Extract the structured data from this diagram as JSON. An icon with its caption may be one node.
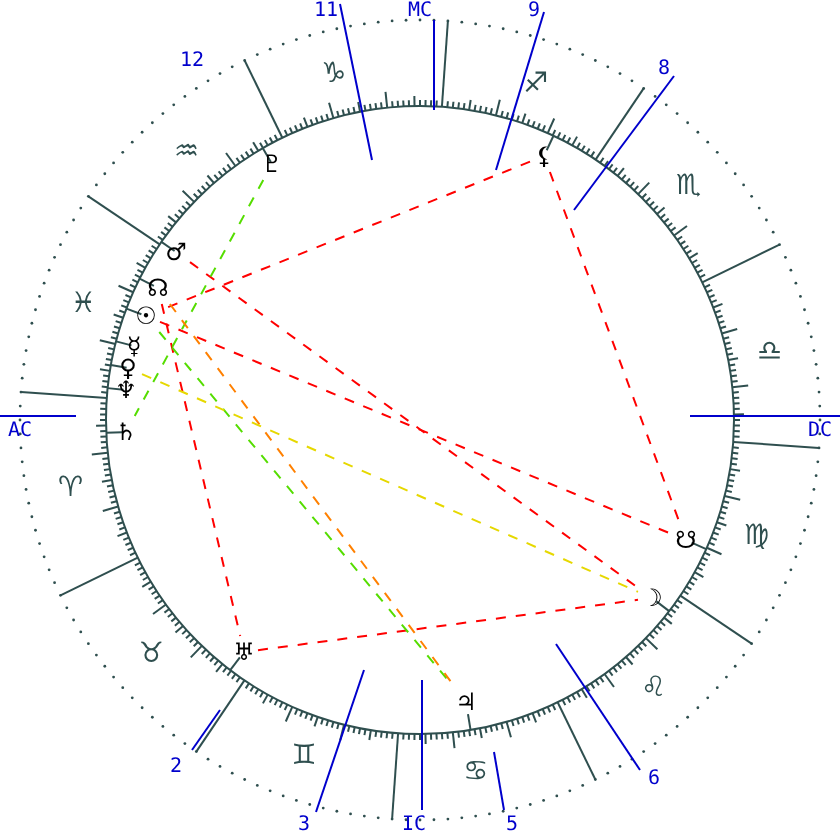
{
  "diagram": {
    "nodes": [
      {
        "text": [
          "♇"
        ]
      },
      {
        "text": [
          "⚸"
        ]
      },
      {
        "text": [
          "♂"
        ]
      },
      {
        "text": [
          "☊"
        ]
      },
      {
        "text": [
          "☉"
        ]
      },
      {
        "text": [
          "☿"
        ]
      },
      {
        "text": [
          "♀"
        ]
      },
      {
        "text": [
          "♆"
        ]
      },
      {
        "text": [
          "♄"
        ]
      },
      {
        "text": [
          "☋"
        ]
      },
      {
        "text": [
          "☽"
        ]
      },
      {
        "text": [
          "♅"
        ]
      },
      {
        "text": [
          "♃"
        ]
      }
    ],
    "edges": [
      {
        "from": 1,
        "to": 4,
        "arrow": "none",
        "style": "dashed"
      },
      {
        "from": 1,
        "to": 9,
        "arrow": "none",
        "style": "dashed"
      },
      {
        "from": 2,
        "to": 10,
        "arrow": "none",
        "style": "dashed"
      },
      {
        "from": 4,
        "to": 9,
        "arrow": "none",
        "style": "dashed"
      },
      {
        "from": 3,
        "to": 11,
        "arrow": "none",
        "style": "dashed"
      },
      {
        "from": 11,
        "to": 10,
        "arrow": "none",
        "style": "dashed"
      },
      {
        "from": 0,
        "to": 8,
        "arrow": "none",
        "style": "dashed",
        "color": "#55dd00"
      },
      {
        "from": 4,
        "to": 12,
        "arrow": "none",
        "style": "dashed",
        "color": "#55dd00"
      },
      {
        "from": 3,
        "to": 12,
        "arrow": "none",
        "style": "dashed",
        "color": "#ff8000"
      },
      {
        "from": 6,
        "to": 10,
        "arrow": "none",
        "style": "dashed",
        "color": "#e6d800"
      }
    ],
    "labels": [
      "11",
      "MC",
      "9",
      "12",
      "8",
      "♑",
      "♐",
      "♒",
      "♏",
      "♓",
      "♎",
      "AC",
      "DC",
      "♈",
      "♍",
      "♉",
      "♌",
      "2",
      "♊",
      "♋",
      "6",
      "3",
      "IC",
      "5"
    ]
  }
}
